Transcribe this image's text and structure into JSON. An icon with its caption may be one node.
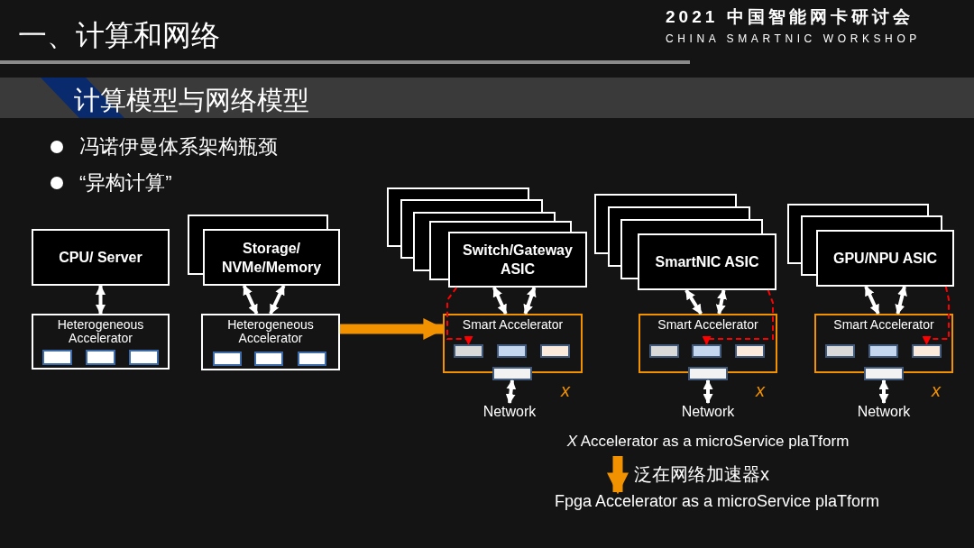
{
  "diagram": {
    "title": "一、计算和网络",
    "nodes": [
      {
        "text": [
          "CPU/ Server"
        ]
      },
      {
        "text": [
          "Heterogeneous Accelerator"
        ]
      },
      {
        "text": [],
        "shape": "box",
        "in": 1
      },
      {
        "text": [],
        "shape": "box",
        "in": 1
      },
      {
        "text": [],
        "shape": "box",
        "in": 1
      },
      {
        "text": [
          "Storage/ NVMe/Memory"
        ]
      },
      {
        "text": [
          "Heterogeneous Accelerator"
        ]
      },
      {
        "text": [],
        "shape": "box",
        "in": 6
      },
      {
        "text": [],
        "shape": "box",
        "in": 6
      },
      {
        "text": [],
        "shape": "box",
        "in": 6
      },
      {
        "text": [
          "Switch/Gateway ASIC"
        ]
      },
      {
        "text": [
          "Smart Accelerator"
        ],
        "beside": [
          "x"
        ]
      },
      {
        "text": [],
        "shape": "box",
        "in": 11
      },
      {
        "text": [],
        "shape": "box",
        "in": 11
      },
      {
        "text": [],
        "shape": "box",
        "in": 11
      },
      {
        "text": [],
        "shape": "box"
      },
      {
        "text": [
          "Network"
        ]
      },
      {
        "text": [
          "SmartNIC ASIC"
        ]
      },
      {
        "text": [
          "Smart Accelerator"
        ],
        "beside": [
          "x"
        ]
      },
      {
        "text": [],
        "shape": "box",
        "in": 18
      },
      {
        "text": [],
        "shape": "box",
        "in": 18
      },
      {
        "text": [],
        "shape": "box",
        "in": 18
      },
      {
        "text": [],
        "shape": "box"
      },
      {
        "text": [
          "Network"
        ]
      },
      {
        "text": [
          "GPU/NPU ASIC"
        ]
      },
      {
        "text": [
          "Smart Accelerator"
        ],
        "beside": [
          "x"
        ]
      },
      {
        "text": [],
        "shape": "box",
        "in": 25
      },
      {
        "text": [],
        "shape": "box",
        "in": 25
      },
      {
        "text": [],
        "shape": "box",
        "in": 25
      },
      {
        "text": [],
        "shape": "box"
      },
      {
        "text": [
          "Network"
        ]
      },
      {
        "text": [
          "*X* Accelerator as a microService plaTform"
        ]
      },
      {
        "text": [
          "Fpga Accelerator as a microService plaTform"
        ]
      }
    ],
    "edges": [
      {
        "from": 0,
        "to": 1,
        "arrow": "both"
      },
      {
        "from": 5,
        "to": 6,
        "arrow": "both"
      },
      {
        "from": 5,
        "to": 6,
        "arrow": "both"
      },
      {
        "from": 6,
        "to": 11,
        "arrow": "to",
        "style": "thick",
        "color": "#f39200"
      },
      {
        "from": 10,
        "to": 11,
        "arrow": "both"
      },
      {
        "from": 10,
        "to": 11,
        "arrow": "both"
      },
      {
        "from": 10,
        "to": 12,
        "arrow": "to",
        "style": "dashed",
        "color": "#ff0000"
      },
      {
        "from": 15,
        "to": 16,
        "arrow": "both"
      },
      {
        "from": 17,
        "to": 18,
        "arrow": "both"
      },
      {
        "from": 17,
        "to": 18,
        "arrow": "both"
      },
      {
        "from": 17,
        "to": 20,
        "arrow": "to",
        "style": "dashed",
        "color": "#ff0000"
      },
      {
        "from": 22,
        "to": 23,
        "arrow": "both"
      },
      {
        "from": 24,
        "to": 25,
        "arrow": "both"
      },
      {
        "from": 24,
        "to": 25,
        "arrow": "both"
      },
      {
        "from": 24,
        "to": 28,
        "arrow": "to",
        "style": "dashed",
        "color": "#ff0000"
      },
      {
        "from": 29,
        "to": 30,
        "arrow": "both"
      },
      {
        "from": 31,
        "to": 32,
        "arrow": "to",
        "style": "thick",
        "color": "#f39200",
        "label": "泛在网络加速器x"
      }
    ],
    "labels": [
      "2021 中国智能网卡研讨会",
      "CHINA SMARTNIC WORKSHOP",
      "计算模型与网络模型",
      "冯诺伊曼体系架构瓶颈",
      "“异构计算”"
    ]
  }
}
